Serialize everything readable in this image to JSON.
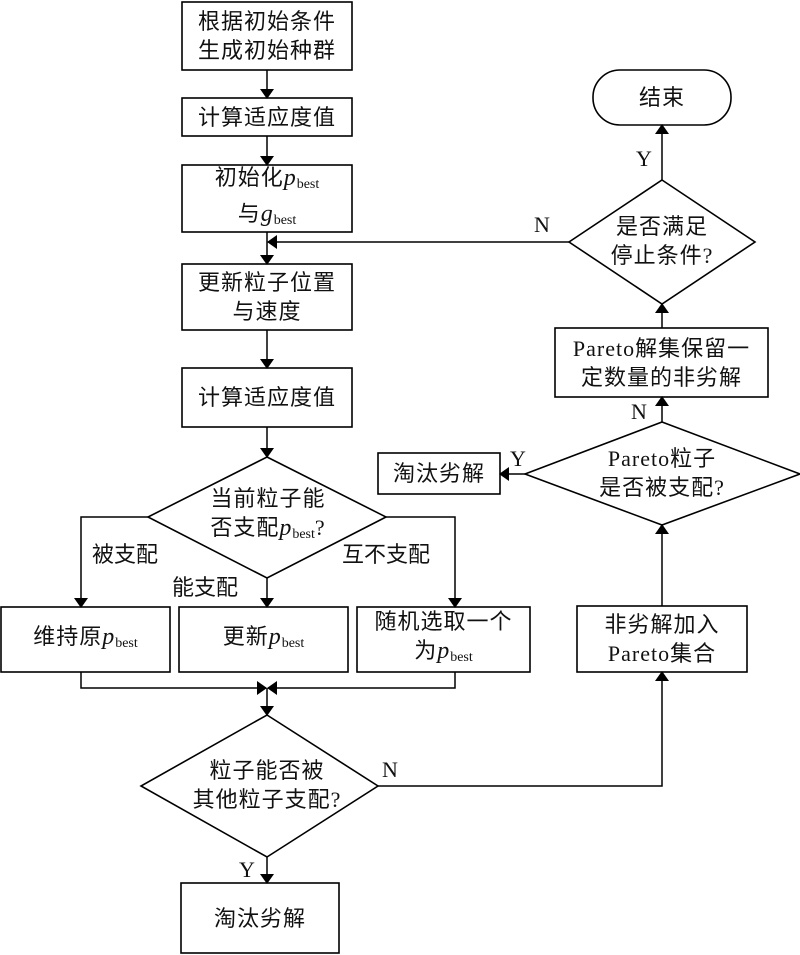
{
  "diagram": {
    "type": "flowchart",
    "nodes": {
      "init_population": {
        "line1": "根据初始条件",
        "line2": "生成初始种群"
      },
      "calc_fitness_1": {
        "text": "计算适应度值"
      },
      "init_best": {
        "line1_prefix": "初始化",
        "line1_var": "p",
        "line1_sub": "best",
        "line2_prefix": "与",
        "line2_var": "g",
        "line2_sub": "best"
      },
      "update_particles": {
        "line1": "更新粒子位置",
        "line2": "与速度"
      },
      "calc_fitness_2": {
        "text": "计算适应度值"
      },
      "dominate_pbest": {
        "line1": "当前粒子能",
        "line2_prefix": "否支配",
        "line2_var": "p",
        "line2_sub": "best",
        "line2_suffix": "?"
      },
      "keep_pbest": {
        "prefix": "维持原",
        "var": "p",
        "sub": "best"
      },
      "update_pbest": {
        "prefix": "更新",
        "var": "p",
        "sub": "best"
      },
      "random_pbest": {
        "line1": "随机选取一个",
        "line2_prefix": "为",
        "line2_var": "p",
        "line2_sub": "best"
      },
      "dominated_by_others": {
        "line1": "粒子能否被",
        "line2": "其他粒子支配?"
      },
      "discard_bottom": {
        "text": "淘汰劣解"
      },
      "add_to_pareto": {
        "line1": "非劣解加入",
        "line2": "Pareto集合"
      },
      "pareto_dominated": {
        "line1": "Pareto粒子",
        "line2": "是否被支配?"
      },
      "discard_right": {
        "text": "淘汰劣解"
      },
      "pareto_keep": {
        "line1": "Pareto解集保留一",
        "line2": "定数量的非劣解"
      },
      "stop_condition": {
        "line1": "是否满足",
        "line2": "停止条件?"
      },
      "end": {
        "text": "结束"
      }
    },
    "edge_labels": {
      "dominated": "被支配",
      "can_dominate": "能支配",
      "non_dominated": "互不支配",
      "others_no": "N",
      "others_yes": "Y",
      "pareto_yes": "Y",
      "pareto_no": "N",
      "stop_yes": "Y",
      "stop_no": "N"
    },
    "colors": {
      "stroke": "#000000",
      "background": "#ffffff",
      "text": "#111111"
    }
  }
}
